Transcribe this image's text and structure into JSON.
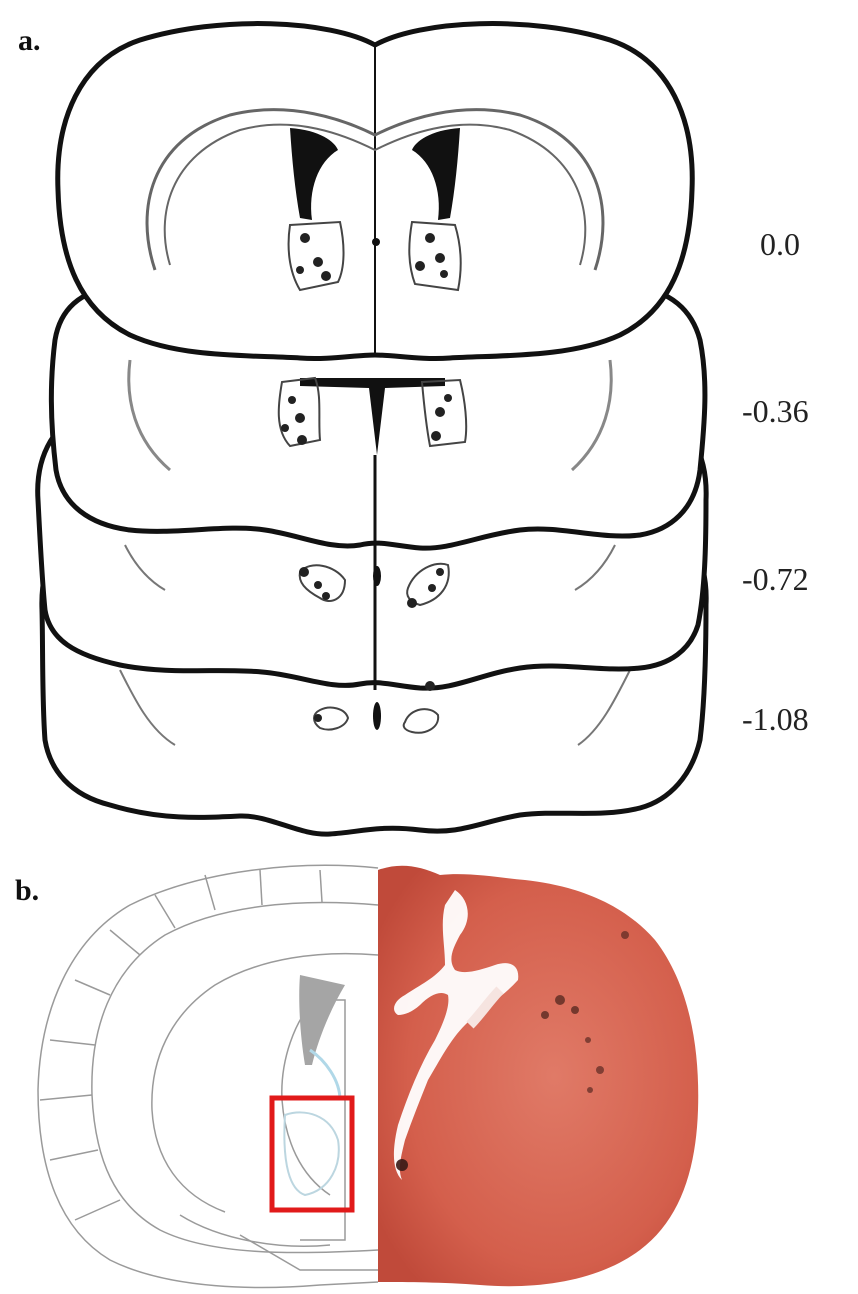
{
  "panel_a": {
    "label": "a.",
    "section_levels": [
      "0.0",
      "-0.36",
      "-0.72",
      "-1.08"
    ]
  },
  "panel_b": {
    "label": "b.",
    "highlight_color": "#e11a1a",
    "stain_color": "#d9604e"
  }
}
